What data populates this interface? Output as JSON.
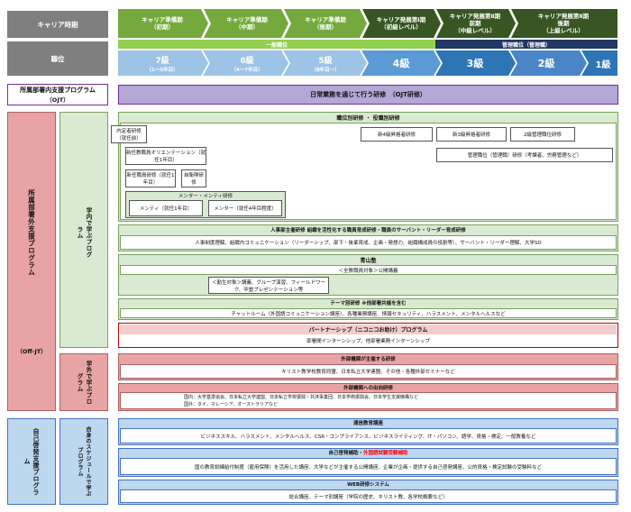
{
  "header": {
    "career_label": "キャリア時期",
    "position_label": "職位",
    "stages": [
      {
        "line1": "キャリア準備期",
        "line2": "（初期）"
      },
      {
        "line1": "キャリア準備期",
        "line2": "（中期）"
      },
      {
        "line1": "キャリア準備期",
        "line2": "（後期）"
      },
      {
        "line1": "キャリア発展第Ⅰ期",
        "line2": "（初級レベル）"
      },
      {
        "line1": "キャリア発展第Ⅱ期",
        "line2": "前期",
        "line3": "（中級レベル）"
      },
      {
        "line1": "キャリア発展第Ⅱ期",
        "line2": "後期",
        "line3": "（上級レベル）"
      }
    ],
    "general_staff": "一般職位",
    "management": "管理職位（管理職）",
    "grades": [
      {
        "name": "7級",
        "years": "（1～5年目）"
      },
      {
        "name": "6級",
        "years": "（4～7年目）"
      },
      {
        "name": "5級",
        "years": "（8年目～）"
      },
      {
        "name": "4級"
      },
      {
        "name": "3級"
      },
      {
        "name": "2級"
      },
      {
        "name": "1級"
      }
    ]
  },
  "ojt": {
    "label1": "所属部署内支援プログラム",
    "label2": "（OJT）",
    "bar": "日常業務を通じて行う研修　（OJT研修）"
  },
  "offjt": {
    "label": "所属部署外支援プログラム",
    "sub": "（Off-JT）",
    "internal_label": "学内で学ぶプログラム",
    "external_label": "学外で学ぶプログラム"
  },
  "self_dev": {
    "label": "自己啓発支援プログラム",
    "sub_label": "自身のスケジュールで学ぶプログラム"
  },
  "rank_training": {
    "title": "職位別研修 ・ 役職別研修",
    "naitei": "内定者研修（就任前）",
    "new_orientation": "新任教職員オリエンテーション（就任1年目）",
    "new_training": "新任職員研修（就任1年目）",
    "jieitai": "自衛隊研修",
    "mentor_title": "メンター・メンティ研修",
    "mentee": "メンティ（就任1年目）",
    "mentor": "メンター（就任4年目程度）",
    "grade4": "新4級昇格者研修",
    "grade3": "新3級昇格者研修",
    "grade2": "2級管理職位研修",
    "management": "管理職位（管理職）研修（考課者、労務管理など）"
  },
  "hr": {
    "title": "人事部主催研修 組織を活性化する職員育成研修・職員のサーバント・リーダー育成研修",
    "body": "人事制度理解、組織内コミュニケーション（リーダーシップ、部下・後輩育成、企画・発想力、組織構成員の役割等）、サーバント・リーダー理解、大学SD"
  },
  "aoyama": {
    "title": "青山塾",
    "all": "＜全教職員対象＞公開講義",
    "target": "＜勤生対象＞講義、グループ演習、フィールドワーク、卒塾プレゼンテーション等"
  },
  "theme": {
    "title": "テーマ別研修 ※他部署共催を含む",
    "body": "チャットルーム（外国語コミュニケーション講座）、各種業務講座、情報セキュリティ、ハラスメント、メンタルヘルスなど"
  },
  "partnership": {
    "title": "パートナーシップ（ニコニコお助け）プログラム",
    "body": "部署間インターンシップ、他部署業務インターンシップ"
  },
  "external_org": {
    "title": "外部機関が主催する研修",
    "body": "キリスト教学校教育同盟、日本私立大学連盟、その他・各種外部セミナーなど"
  },
  "dispatch": {
    "title": "外部機関への出向研修",
    "domestic": "国内：大学基準協会、日本私立大学連盟、日本私立学校振興・共済事業団、日本学術振興会、日本学生支援機構など",
    "overseas": "国外：タイ、マレーシア、オーストラリアなど"
  },
  "correspondence": {
    "title": "通信教育講座",
    "body": "ビジネススキル、ハラスメント、メンタルヘルス、CSR・コンプライアンス、ビジネスライティング、IT・パソコン、語学、資格・検定、一般教養など"
  },
  "self_aid": {
    "title_a": "自己啓発補助・",
    "title_b": "外国語試験受験補助",
    "body": "国の教育訓練給付制度（雇用保険）を活用した講座、大学などが主催する公開講座、企業が企画・提供する自己啓発講座、公的資格・検定試験の受験料など"
  },
  "web": {
    "title": "WEB研修システム",
    "body": "総合講座、テーマ別講座（学院の歴史、キリスト教、各学校概要など）"
  }
}
